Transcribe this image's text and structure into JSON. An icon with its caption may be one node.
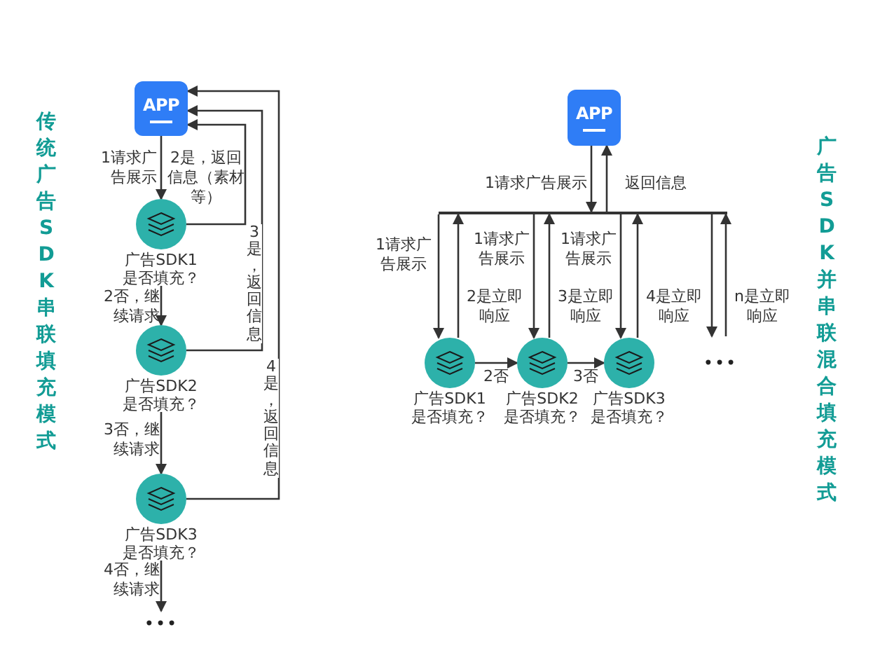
{
  "diagram": {
    "nodes": [
      {
        "text": [
          "APP"
        ]
      },
      {
        "text": [
          "广告SDK1 是否填充？"
        ]
      },
      {
        "text": [
          "广告SDK2 是否填充？"
        ]
      },
      {
        "text": [
          "广告SDK3 是否填充？"
        ]
      },
      {
        "text": [
          "•••"
        ]
      },
      {
        "text": [
          "APP"
        ]
      },
      {
        "text": [],
        "shape": "bar"
      },
      {
        "text": [
          "广告SDK1 是否填充？"
        ]
      },
      {
        "text": [
          "广告SDK2 是否填充？"
        ]
      },
      {
        "text": [
          "广告SDK3 是否填充？"
        ]
      },
      {
        "text": [
          "•••"
        ]
      }
    ],
    "edges": [
      {
        "from": 0,
        "to": 1,
        "arrow": "to",
        "label": "1请求广告展示"
      },
      {
        "from": 1,
        "to": 0,
        "arrow": "to",
        "label": "2是，返回信息（素材等）"
      },
      {
        "from": 2,
        "to": 0,
        "arrow": "to",
        "label": "3是，返回信息"
      },
      {
        "from": 3,
        "to": 0,
        "arrow": "to",
        "label": "4是，返回信息"
      },
      {
        "from": 1,
        "to": 2,
        "arrow": "to",
        "label": "2否，继续请求"
      },
      {
        "from": 2,
        "to": 3,
        "arrow": "to",
        "label": "3否，继续请求"
      },
      {
        "from": 3,
        "to": 4,
        "arrow": "to",
        "label": "4否，继续请求"
      },
      {
        "from": 5,
        "to": 6,
        "arrow": "to",
        "label": "1请求广告展示"
      },
      {
        "from": 6,
        "to": 5,
        "arrow": "to",
        "label": "返回信息"
      },
      {
        "from": 6,
        "to": 7,
        "arrow": "to",
        "label": "1请求广告展示"
      },
      {
        "from": 7,
        "to": 6,
        "arrow": "to",
        "label": "2是立即响应"
      },
      {
        "from": 6,
        "to": 8,
        "arrow": "to",
        "label": "1请求广告展示"
      },
      {
        "from": 8,
        "to": 6,
        "arrow": "to",
        "label": "3是立即响应"
      },
      {
        "from": 6,
        "to": 9,
        "arrow": "to",
        "label": "1请求广告展示"
      },
      {
        "from": 9,
        "to": 6,
        "arrow": "to",
        "label": "4是立即响应"
      },
      {
        "from": 6,
        "to": 10,
        "arrow": "to"
      },
      {
        "from": 10,
        "to": 6,
        "arrow": "to",
        "label": "n是立即响应"
      },
      {
        "from": 7,
        "to": 8,
        "arrow": "to",
        "label": "2否"
      },
      {
        "from": 8,
        "to": 9,
        "arrow": "to",
        "label": "3否"
      }
    ],
    "labels": [
      "传统广告SDK串联填充模式",
      "广告SDK并串联混合填充模式"
    ]
  }
}
